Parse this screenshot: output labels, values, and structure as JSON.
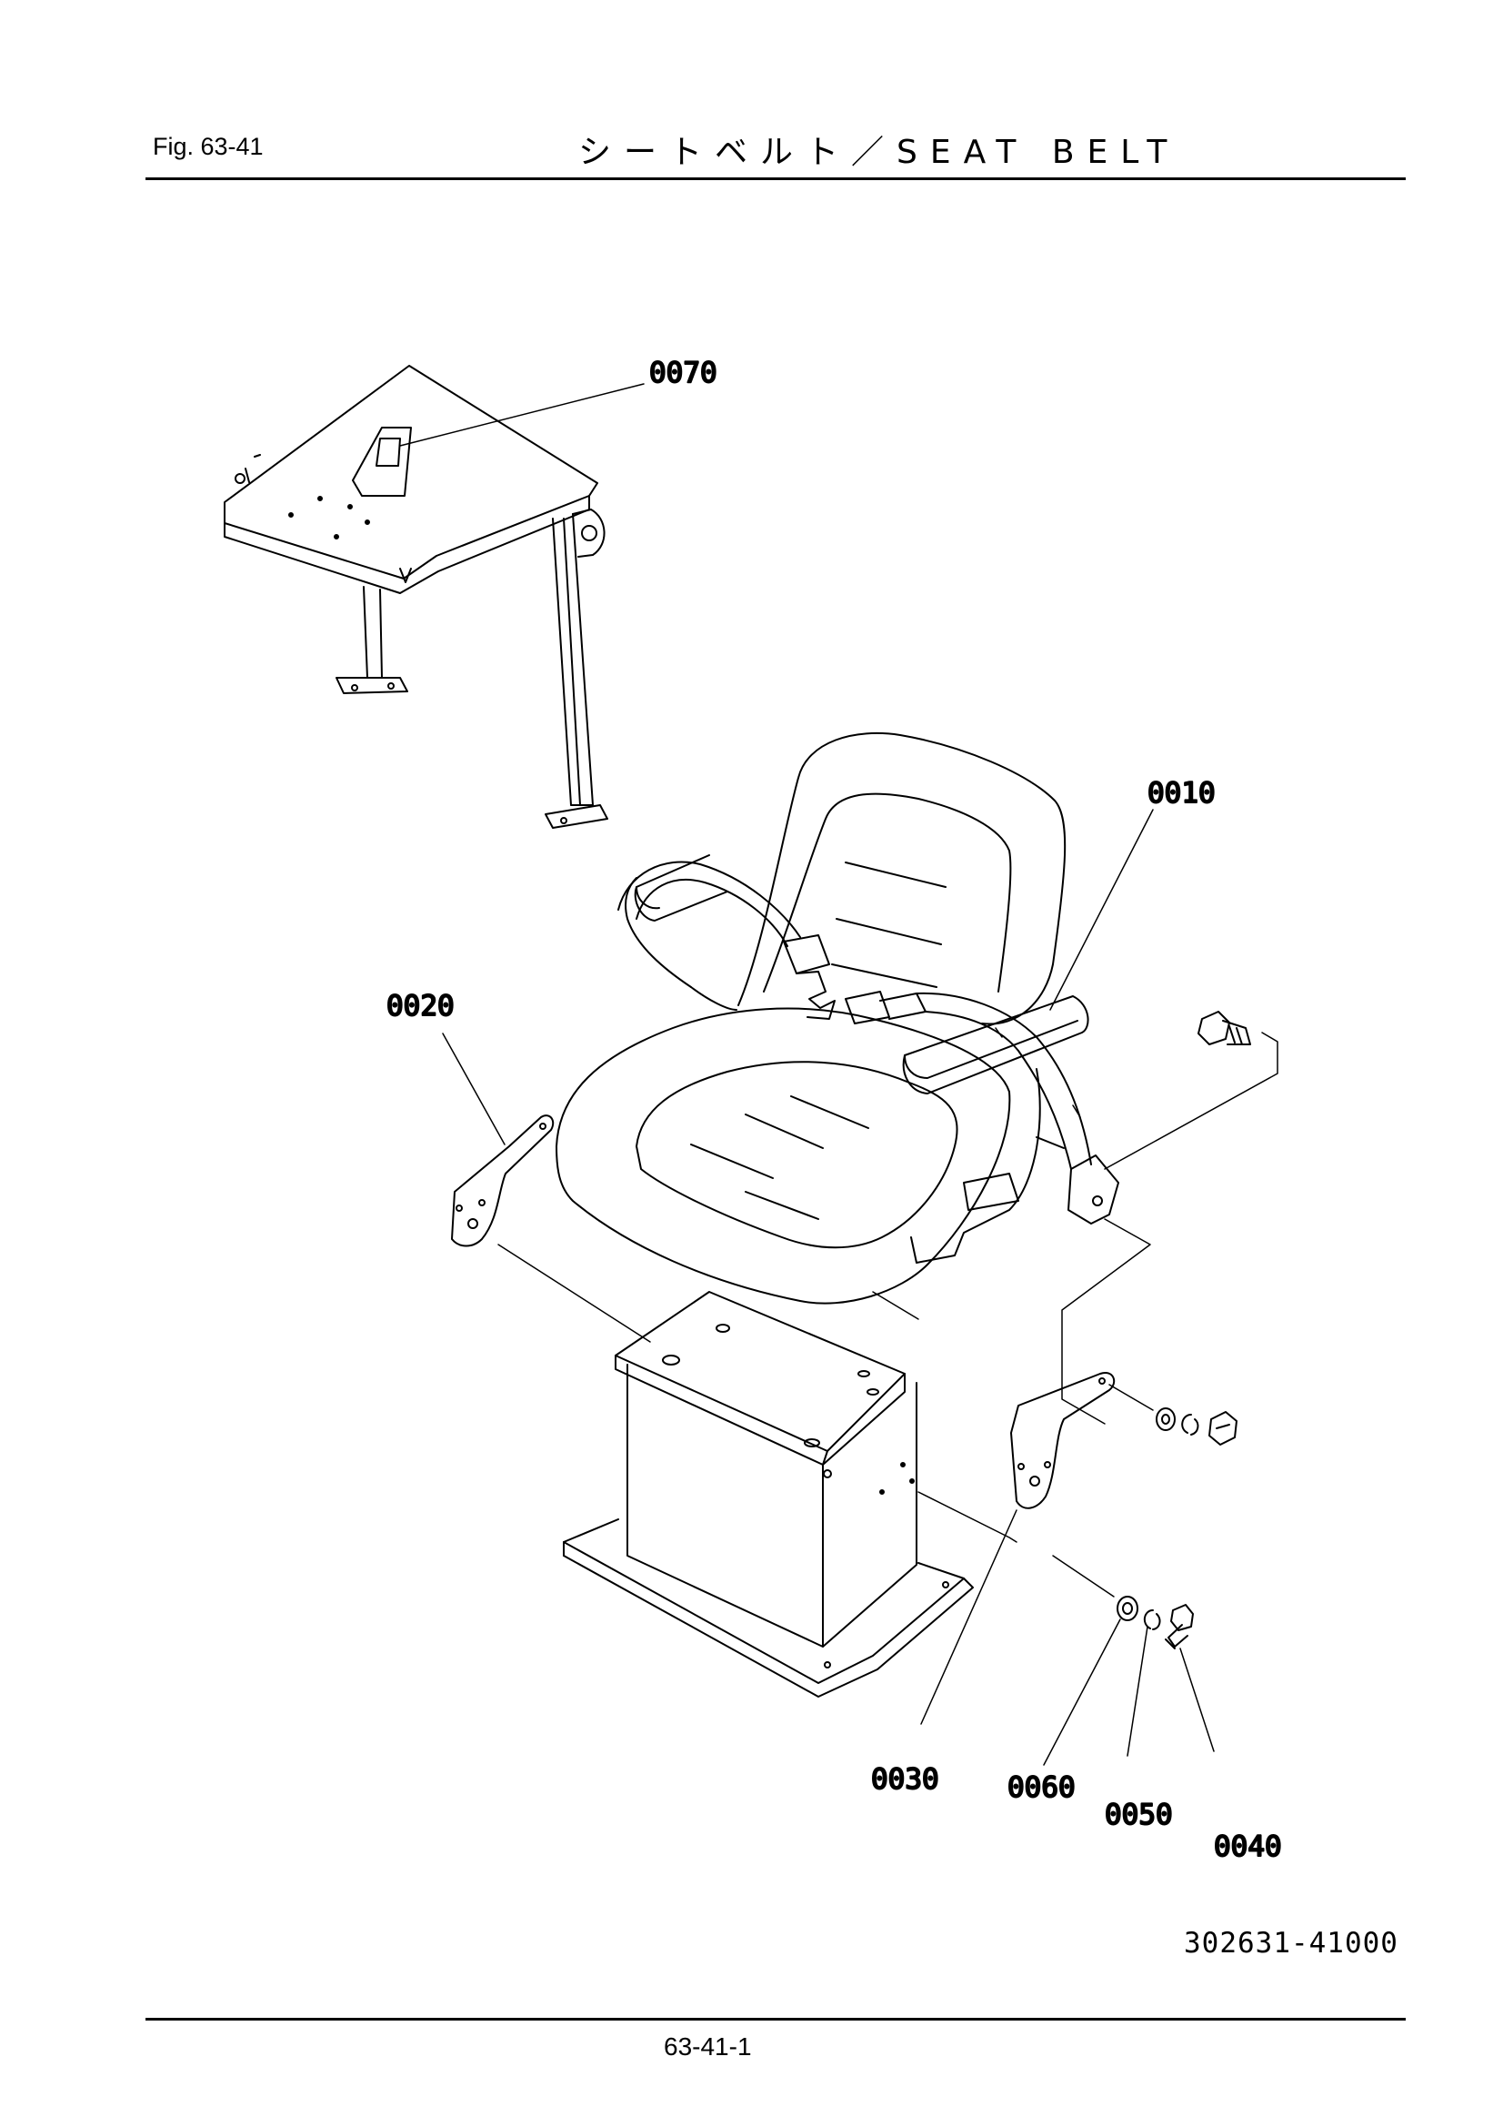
{
  "header": {
    "fig_label": "Fig.  63-41",
    "title": "シートベルト／SEAT  BELT"
  },
  "callouts": {
    "p0070": "0070",
    "p0010": "0010",
    "p0020": "0020",
    "p0030": "0030",
    "p0060": "0060",
    "p0050": "0050",
    "p0040": "0040"
  },
  "drawing_id": "302631-41000",
  "footer": {
    "page_number": "63-41-1"
  }
}
